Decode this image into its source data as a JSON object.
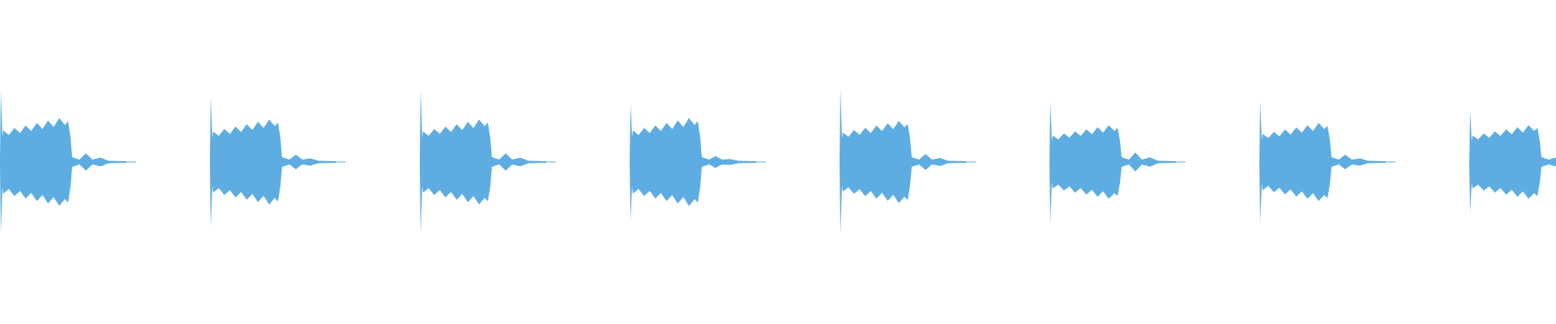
{
  "waveform": {
    "color": "#5dade2",
    "burst_count": 8,
    "bursts": [
      {
        "spike": 0.98,
        "body_amp": 0.62,
        "tail_amp": 0.12
      },
      {
        "spike": 0.9,
        "body_amp": 0.6,
        "tail_amp": 0.1
      },
      {
        "spike": 1.0,
        "body_amp": 0.6,
        "tail_amp": 0.12
      },
      {
        "spike": 0.8,
        "body_amp": 0.62,
        "tail_amp": 0.08
      },
      {
        "spike": 1.0,
        "body_amp": 0.58,
        "tail_amp": 0.11
      },
      {
        "spike": 0.85,
        "body_amp": 0.52,
        "tail_amp": 0.13
      },
      {
        "spike": 0.84,
        "body_amp": 0.55,
        "tail_amp": 0.1
      },
      {
        "spike": 0.7,
        "body_amp": 0.52,
        "tail_amp": 0.06
      }
    ]
  }
}
